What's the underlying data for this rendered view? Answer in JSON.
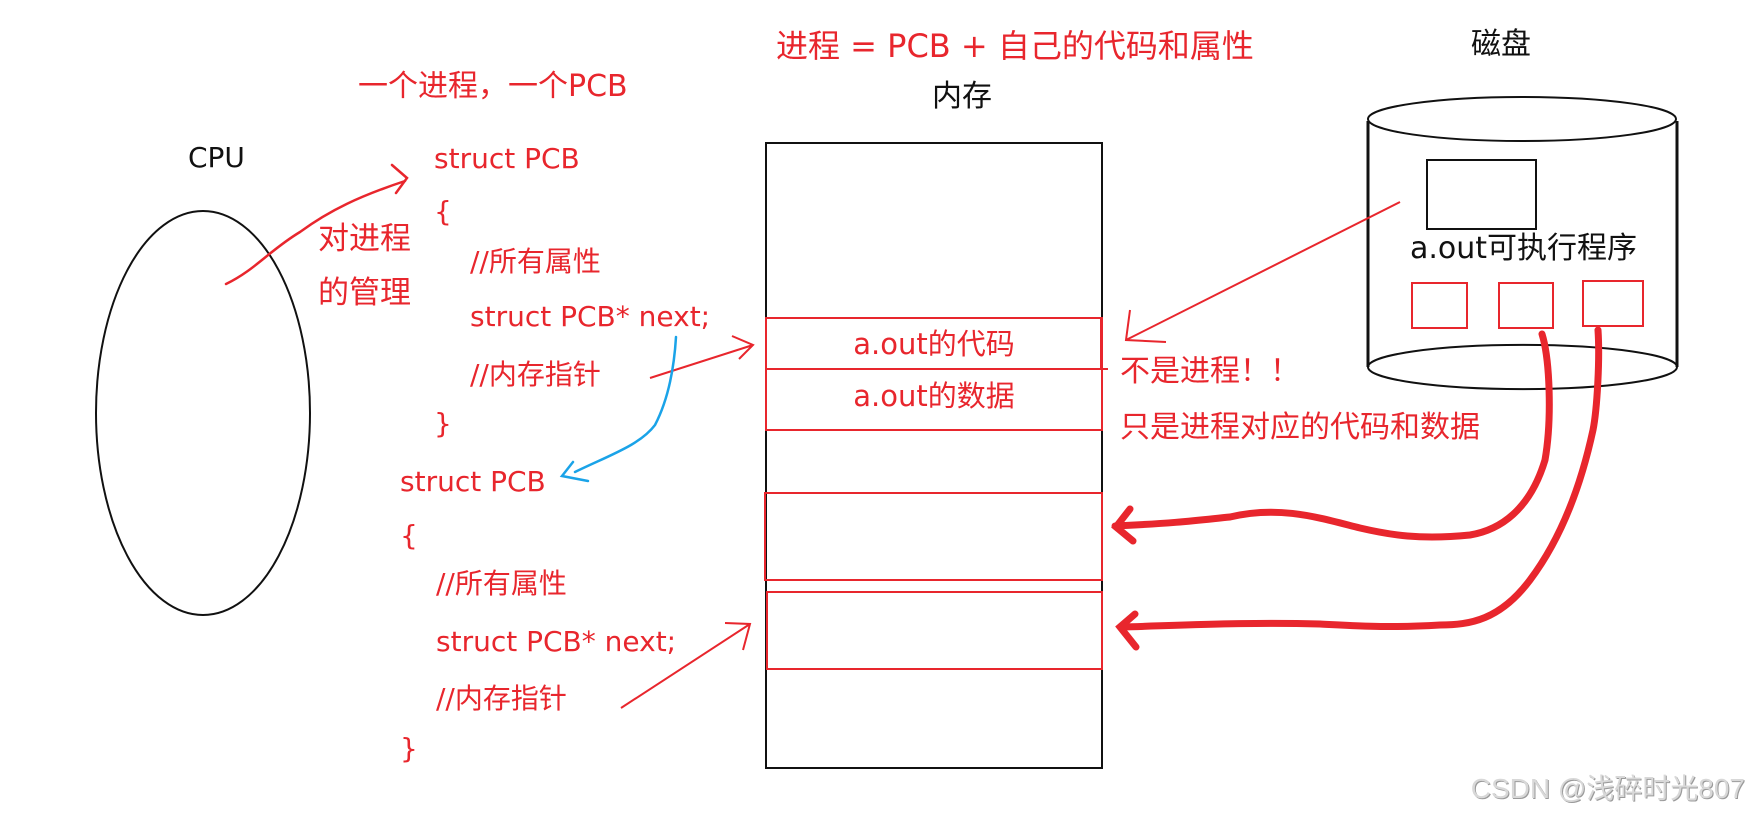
{
  "colors": {
    "annotation": "#e8262d",
    "pointer": "#1aa3e8",
    "outline": "#111111",
    "watermark": "#cccccc"
  },
  "headings": {
    "one_process_one_pcb": "一个进程，一个PCB",
    "process_equation": "进程 = PCB + 自己的代码和属性",
    "memory": "内存",
    "disk": "磁盘",
    "cpu": "CPU"
  },
  "cpu_annotation": {
    "line1": "对进程",
    "line2": "的管理"
  },
  "pcb_blocks": [
    {
      "header": "struct PCB",
      "open": "{",
      "comment_attrs": "//所有属性",
      "next_field": "struct PCB* next;",
      "comment_mem": "//内存指针",
      "close": "}"
    },
    {
      "header": "struct PCB",
      "open": "{",
      "comment_attrs": "//所有属性",
      "next_field": "struct PCB* next;",
      "comment_mem": "//内存指针",
      "close": "}"
    }
  ],
  "memory_blocks": [
    {
      "label": "a.out的代码"
    },
    {
      "label": "a.out的数据"
    },
    {
      "label": ""
    },
    {
      "label": ""
    }
  ],
  "memory_note": {
    "line1": "不是进程！！",
    "line2": "只是进程对应的代码和数据"
  },
  "disk": {
    "program_label": "a.out可执行程序"
  },
  "watermark": "CSDN @浅碎时光807"
}
